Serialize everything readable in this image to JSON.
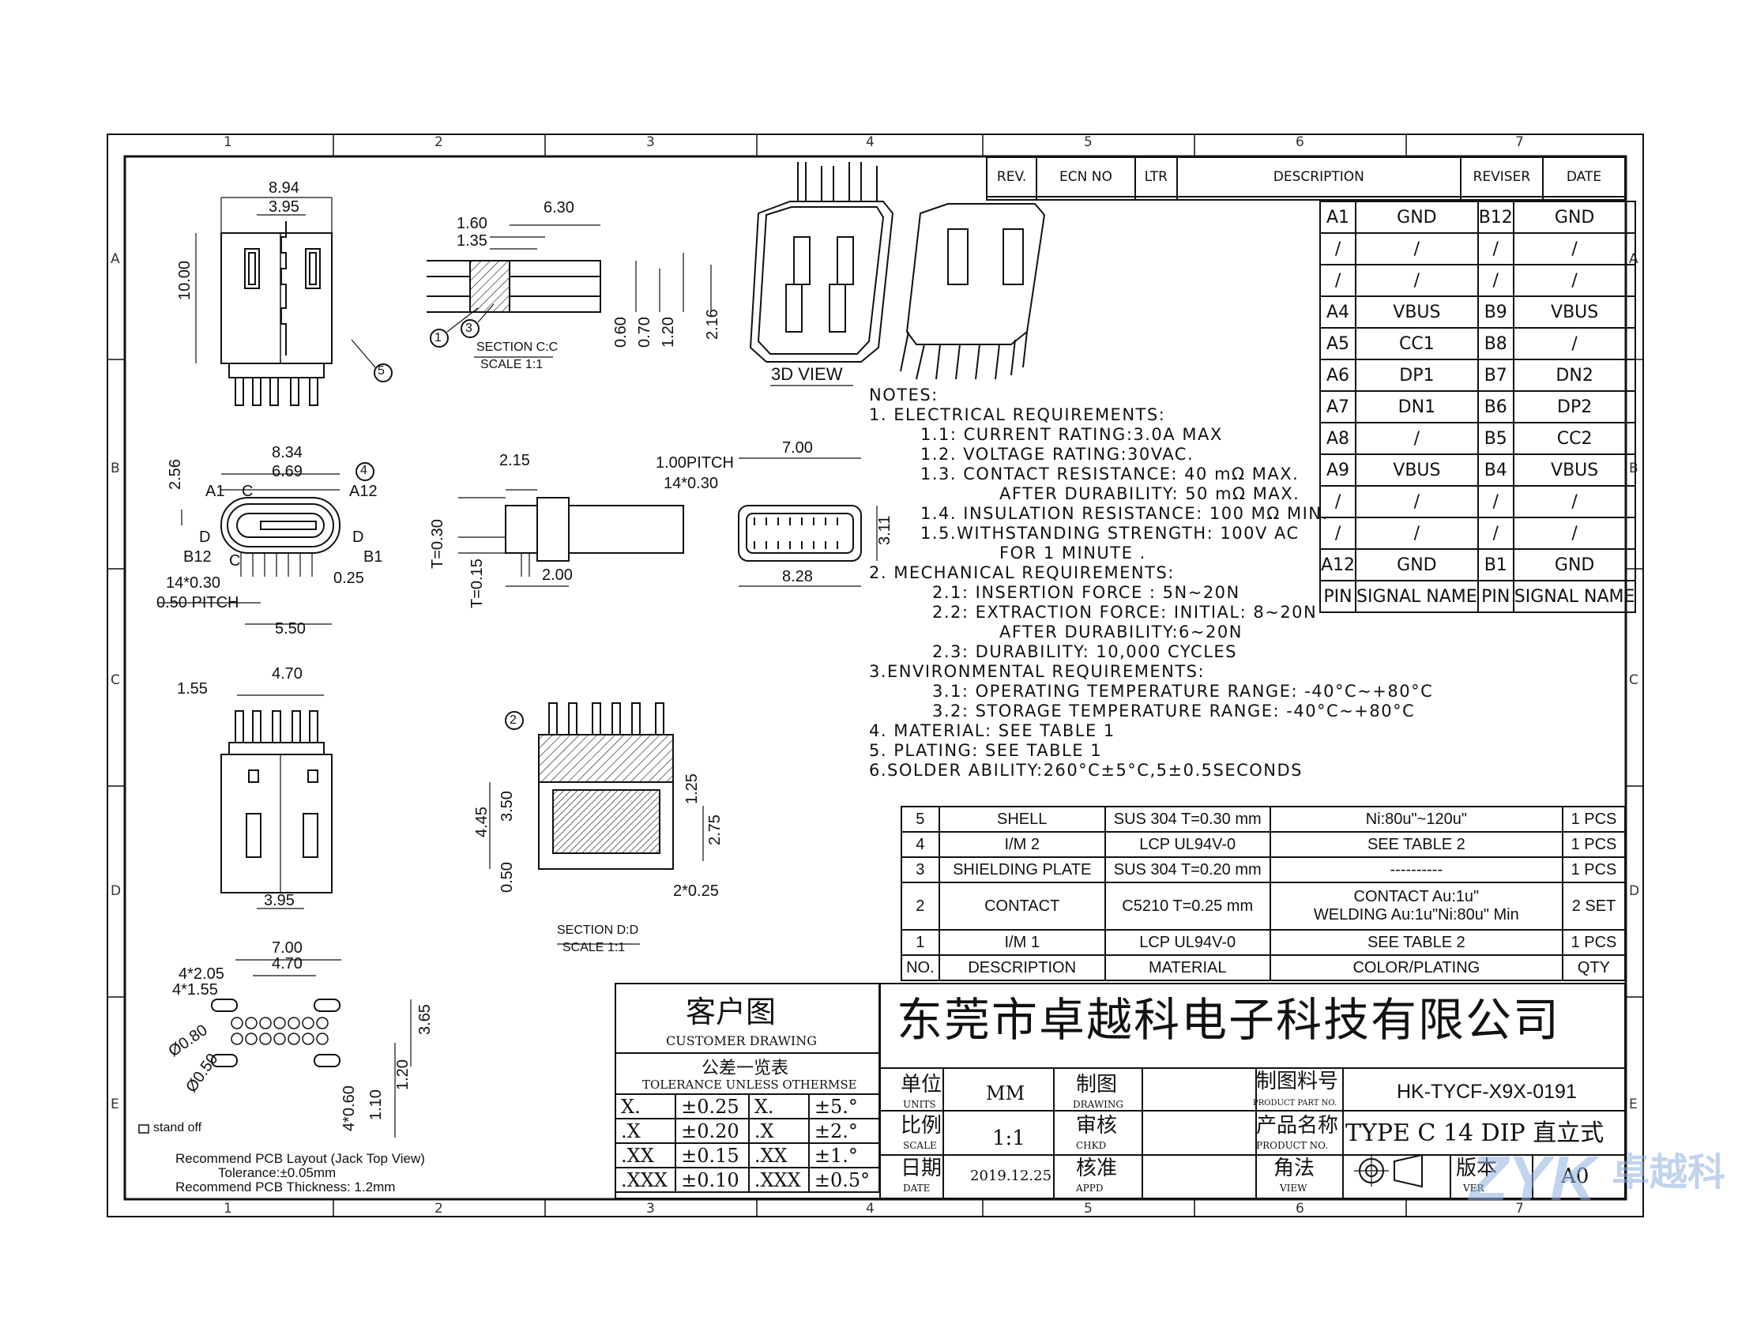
{
  "border": {
    "col_numbers": [
      "1",
      "2",
      "3",
      "4",
      "5",
      "6",
      "7"
    ],
    "row_letters": [
      "A",
      "B",
      "C",
      "D",
      "E"
    ]
  },
  "revision_table": {
    "headers": [
      "REV.",
      "ECN NO",
      "LTR",
      "DESCRIPTION",
      "REVISER",
      "DATE"
    ]
  },
  "pin_table": {
    "rows": [
      [
        "A1",
        "GND",
        "B12",
        "GND"
      ],
      [
        "/",
        "/",
        "/",
        "/"
      ],
      [
        "/",
        "/",
        "/",
        "/"
      ],
      [
        "A4",
        "VBUS",
        "B9",
        "VBUS"
      ],
      [
        "A5",
        "CC1",
        "B8",
        "/"
      ],
      [
        "A6",
        "DP1",
        "B7",
        "DN2"
      ],
      [
        "A7",
        "DN1",
        "B6",
        "DP2"
      ],
      [
        "A8",
        "/",
        "B5",
        "CC2"
      ],
      [
        "A9",
        "VBUS",
        "B4",
        "VBUS"
      ],
      [
        "/",
        "/",
        "/",
        "/"
      ],
      [
        "/",
        "/",
        "/",
        "/"
      ],
      [
        "A12",
        "GND",
        "B1",
        "GND"
      ],
      [
        "PIN",
        "SIGNAL NAME",
        "PIN",
        "SIGNAL NAME"
      ]
    ]
  },
  "notes": [
    "NOTES:",
    "1. ELECTRICAL REQUIREMENTS:",
    "1.1: CURRENT RATING:3.0A MAX",
    "1.2. VOLTAGE RATING:30VAC.",
    "1.3. CONTACT RESISTANCE: 40 mΩ MAX.",
    "AFTER DURABILITY: 50 mΩ MAX.",
    "1.4. INSULATION RESISTANCE: 100 MΩ MIN.",
    "1.5.WITHSTANDING STRENGTH: 100V AC",
    "FOR 1 MINUTE .",
    "2. MECHANICAL REQUIREMENTS:",
    "2.1: INSERTION FORCE : 5N~20N",
    "2.2: EXTRACTION FORCE: INITIAL: 8~20N",
    "AFTER DURABILITY:6~20N",
    "2.3: DURABILITY: 10,000 CYCLES",
    "3.ENVIRONMENTAL REQUIREMENTS:",
    "3.1: OPERATING TEMPERATURE RANGE: -40°C~+80°C",
    "3.2: STORAGE TEMPERATURE RANGE: -40°C~+80°C",
    "4. MATERIAL: SEE TABLE 1",
    "5. PLATING: SEE TABLE 1",
    "6.SOLDER ABILITY:260°C±5°C,5±0.5SECONDS"
  ],
  "bom": {
    "rows": [
      [
        "5",
        "SHELL",
        "SUS 304 T=0.30 mm",
        "Ni:80u\"~120u\"",
        "1 PCS"
      ],
      [
        "4",
        "I/M 2",
        "LCP UL94V-0",
        "SEE TABLE 2",
        "1 PCS"
      ],
      [
        "3",
        "SHIELDING PLATE",
        "SUS 304 T=0.20 mm",
        "----------",
        "1 PCS"
      ],
      [
        "2",
        "CONTACT",
        "C5210 T=0.25 mm",
        "CONTACT Au:1u\"\nWELDING Au:1u\"Ni:80u\" Min",
        "2 SET"
      ],
      [
        "1",
        "I/M 1",
        "LCP UL94V-0",
        "SEE TABLE 2",
        "1 PCS"
      ],
      [
        "NO.",
        "DESCRIPTION",
        "MATERIAL",
        "COLOR/PLATING",
        "QTY"
      ]
    ]
  },
  "title_block": {
    "customer_cn": "客户图",
    "customer_en": "CUSTOMER DRAWING",
    "tolerance_cn": "公差一览表",
    "tolerance_en": "TOLERANCE UNLESS OTHERMSE",
    "tolerance_rows": [
      [
        "X.",
        "±0.25",
        "X.",
        "±5.°"
      ],
      [
        ".X",
        "±0.20",
        ".X",
        "±2.°"
      ],
      [
        ".XX",
        "±0.15",
        ".XX",
        "±1.°"
      ],
      [
        ".XXX",
        "±0.10",
        ".XXX",
        "±0.5°"
      ]
    ],
    "company": "东莞市卓越科电子科技有限公司",
    "units_cn": "单位",
    "units_en": "UNITS",
    "units_value": "MM",
    "drawing_cn": "制图",
    "drawing_en": "DRAWING",
    "part_no_cn": "制图料号",
    "part_no_en": "PRODUCT PART NO.",
    "part_no_value": "HK-TYCF-X9X-0191",
    "scale_cn": "比例",
    "scale_en": "SCALE",
    "scale_value": "1:1",
    "chkd_cn": "审核",
    "chkd_en": "CHKD",
    "product_cn": "产品名称",
    "product_en": "PRODUCT NO.",
    "product_value": "TYPE C 14 DIP 直立式",
    "date_cn": "日期",
    "date_en": "DATE",
    "date_value": "2019.12.25",
    "appd_cn": "核准",
    "appd_en": "APPD",
    "view_cn": "角法",
    "view_en": "VIEW",
    "ver_cn": "版本",
    "ver_en": "VER",
    "ver_value": "A0"
  },
  "watermark": {
    "latin": "ZYK",
    "cn": "卓越科",
    "color": "#8fb0e0"
  },
  "views": {
    "top_left": {
      "d1": "8.94",
      "d2": "3.95",
      "d3": "10.00",
      "balloon": "5"
    },
    "section_cc": {
      "d1": "6.30",
      "d2": "1.60",
      "d3": "1.35",
      "d4": "0.60",
      "d5": "0.70",
      "d6": "1.20",
      "d7": "2.16",
      "b1": "1",
      "b2": "3",
      "title": "SECTION C:C",
      "scale": "SCALE 1:1"
    },
    "view3d": {
      "label": "3D VIEW"
    },
    "front": {
      "d1": "8.34",
      "d2": "6.69",
      "d3": "2.56",
      "d4": "14*0.30",
      "d5": "0.50 PITCH",
      "d6": "0.25",
      "d7": "5.50",
      "balloon": "4",
      "A1": "A1",
      "A12": "A12",
      "B12": "B12",
      "B1": "B1",
      "C1": "C",
      "C2": "C",
      "D1": "D",
      "D2": "D"
    },
    "side": {
      "d1": "2.15",
      "d2": "T=0.30",
      "d3": "T=0.15",
      "d4": "2.00"
    },
    "bottom": {
      "d1": "1.00PITCH",
      "d2": "14*0.30",
      "d3": "7.00",
      "d4": "3.11",
      "d5": "8.28"
    },
    "back": {
      "d1": "1.55",
      "d2": "4.70",
      "d3": "3.95"
    },
    "section_dd": {
      "d1": "4.45",
      "d2": "3.50",
      "d3": "1.25",
      "d4": "2.75",
      "d5": "0.50",
      "d6": "2*0.25",
      "balloon": "2",
      "title": "SECTION D:D",
      "scale": "SCALE 1:1"
    },
    "pcb": {
      "d1": "7.00",
      "d2": "4.70",
      "d3": "4*2.05",
      "d4": "4*1.55",
      "d5": "Ø0.80",
      "d6": "Ø0.50",
      "d7": "3.65",
      "d8": "1.20",
      "d9": "4*0.60",
      "d10": "1.10",
      "standoff": "stand off",
      "cap1": "Recommend PCB Layout (Jack Top View)",
      "cap2": "Tolerance:±0.05mm",
      "cap3": "Recommend PCB Thickness: 1.2mm"
    }
  }
}
